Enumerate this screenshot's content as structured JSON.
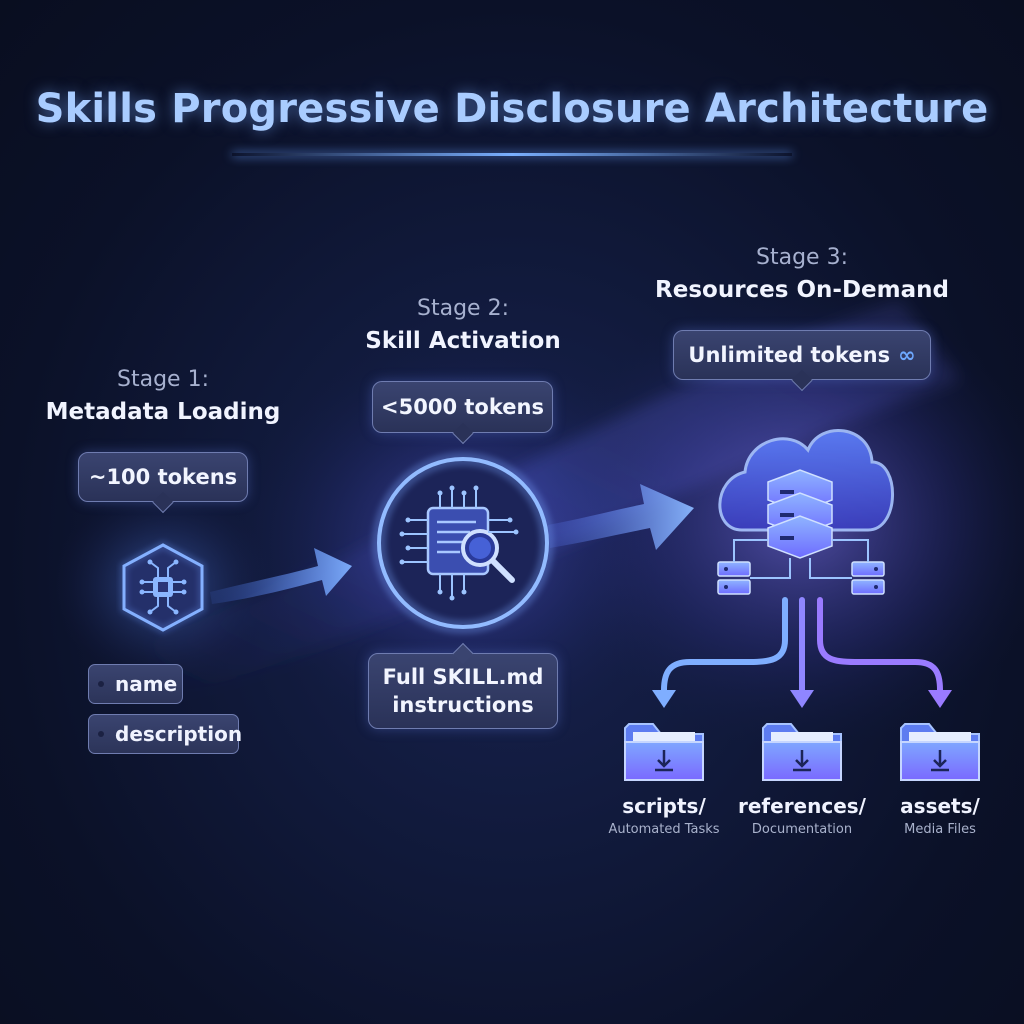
{
  "title": "Skills Progressive Disclosure Architecture",
  "stages": [
    {
      "number": "Stage 1:",
      "name": "Metadata Loading",
      "tokens": "~100 tokens",
      "tags": [
        "name",
        "description"
      ]
    },
    {
      "number": "Stage 2:",
      "name": "Skill Activation",
      "tokens": "<5000 tokens",
      "detail_line1": "Full SKILL.md",
      "detail_line2": "instructions"
    },
    {
      "number": "Stage 3:",
      "name": "Resources On-Demand",
      "tokens": "Unlimited tokens",
      "tokens_symbol": "∞",
      "folders": [
        {
          "label": "scripts/",
          "sublabel": "Automated Tasks"
        },
        {
          "label": "references/",
          "sublabel": "Documentation"
        },
        {
          "label": "assets/",
          "sublabel": "Media Files"
        }
      ]
    }
  ],
  "icons": {
    "stage1": "chip-hexagon-icon",
    "stage2": "document-magnifier-icon",
    "stage3": "cloud-server-icon",
    "folders": "folder-download-icon"
  },
  "colors": {
    "background": "#0b1128",
    "title": "#a9ccff",
    "accent_blue": "#6ea8ff",
    "accent_purple": "#9a7bff"
  }
}
